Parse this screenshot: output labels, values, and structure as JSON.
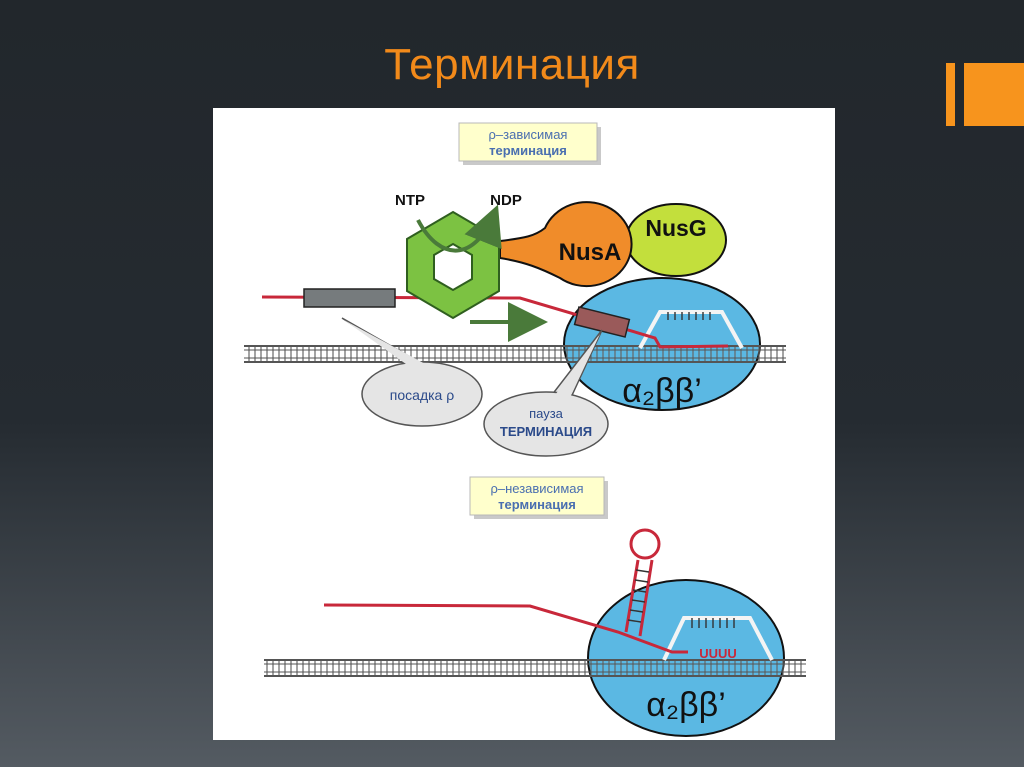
{
  "title": "Терминация",
  "colors": {
    "title": "#f28a1a",
    "accent": "#f7941d",
    "rna": "#c8283a",
    "rho": "#7cc242",
    "nusa": "#f08c2a",
    "nusg": "#c3df3c",
    "polymerase": "#5bb8e3",
    "arrow": "#4a7a3a"
  },
  "top_panel": {
    "label_line1": "ρ–зависимая",
    "label_line2": "терминация",
    "ntp": "NTP",
    "ndp": "NDP",
    "nusa": "NusA",
    "nusg": "NusG",
    "polymerase": "α₂ββ’",
    "callout_loading": "посадка ρ",
    "callout_pause_line1": "пауза",
    "callout_pause_line2": "ТЕРМИНАЦИЯ"
  },
  "bottom_panel": {
    "label_line1": "ρ–независимая",
    "label_line2": "терминация",
    "uuuu": "UUUU",
    "polymerase": "α₂ββ’"
  }
}
